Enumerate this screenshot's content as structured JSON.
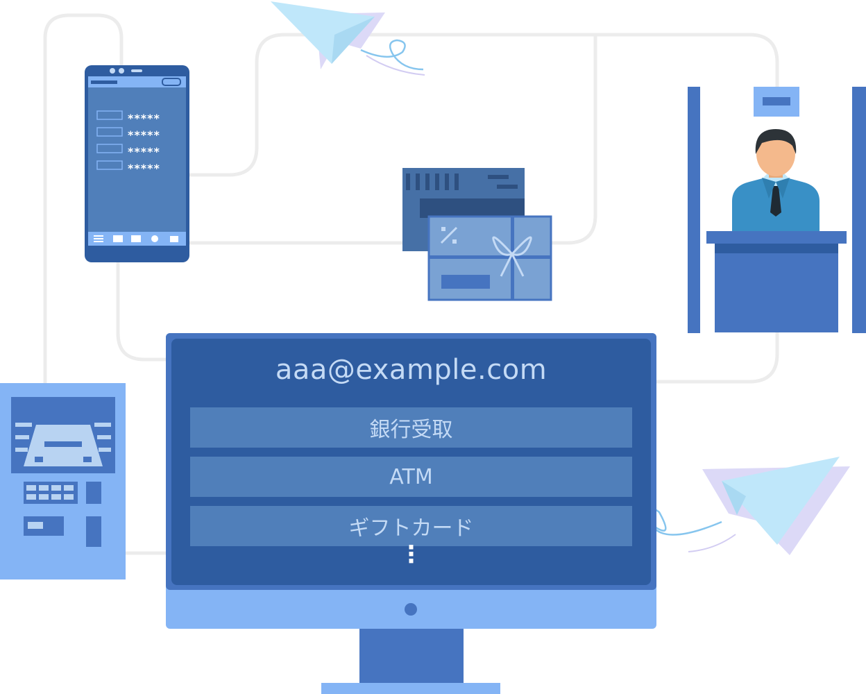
{
  "monitor": {
    "email": "aaa@example.com",
    "methods": [
      {
        "label": "銀行受取"
      },
      {
        "label": "ATM"
      },
      {
        "label": "ギフトカード"
      }
    ],
    "more_indicator": "⋮"
  },
  "phone": {
    "password_mask": "*****"
  },
  "colors": {
    "dark_blue": "#2e5ca0",
    "mid_blue": "#4674c0",
    "light_blue": "#84b4f5",
    "button_blue": "#507fba",
    "connector_gray": "#ececec",
    "plane_blue": "#bfe7fa",
    "plane_shadow": "#dcd9f7"
  },
  "icons": [
    "paper-plane-icon",
    "smartphone-icon",
    "gift-card-icon",
    "bank-teller-icon",
    "atm-machine-icon",
    "desktop-monitor-icon"
  ]
}
